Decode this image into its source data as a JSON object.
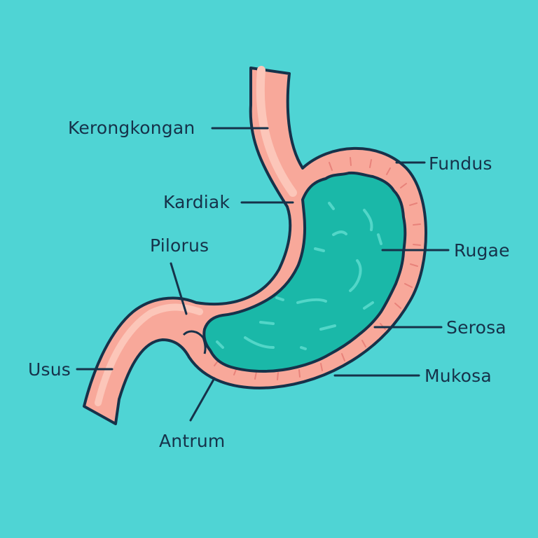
{
  "labels": {
    "kerongkongan": "Kerongkongan",
    "kardiak": "Kardiak",
    "pilorus": "Pilorus",
    "usus": "Usus",
    "antrum": "Antrum",
    "fundus": "Fundus",
    "rugae": "Rugae",
    "serosa": "Serosa",
    "mukosa": "Mukosa"
  },
  "colors": {
    "background": "#4fd4d4",
    "tissue": "#f8a89a",
    "tissue_light": "#fcc6b9",
    "lumen": "#1ab8a8",
    "outline": "#16324a"
  }
}
